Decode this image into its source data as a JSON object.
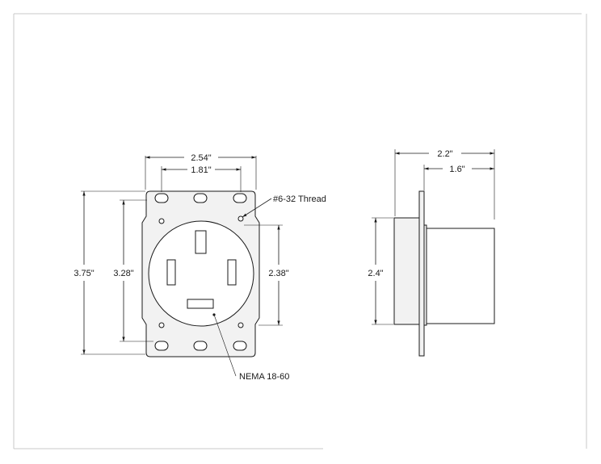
{
  "front_view": {
    "width_overall": "2.54\"",
    "width_holes": "1.81\"",
    "height_overall": "3.75\"",
    "height_holes": "3.28\"",
    "height_face": "2.38\"",
    "thread_label": "#6-32 Thread",
    "receptacle_label": "NEMA 18-60"
  },
  "side_view": {
    "depth_overall": "2.2\"",
    "depth_body": "1.6\"",
    "height_body": "2.4\""
  }
}
